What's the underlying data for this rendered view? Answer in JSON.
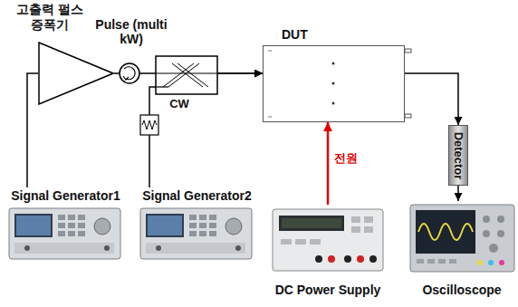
{
  "diagram": {
    "nodes": [
      {
        "text": [
          "고출력 펄스 증폭기"
        ]
      },
      {
        "text": [
          "DUT"
        ]
      },
      {
        "text": [
          "Detector"
        ]
      },
      {
        "text": [
          "Signal Generator1"
        ]
      },
      {
        "text": [
          "Signal Generator2"
        ]
      },
      {
        "text": [
          "DC Power Supply"
        ]
      },
      {
        "text": [
          "Oscilloscope"
        ]
      }
    ],
    "edges": [
      {
        "from": 3,
        "to": 0,
        "arrow": "none"
      },
      {
        "from": 0,
        "to": 1,
        "arrow": "to"
      },
      {
        "from": 4,
        "to": 1,
        "arrow": "to"
      },
      {
        "from": 5,
        "to": 1,
        "label": "전원",
        "arrow": "to"
      },
      {
        "from": 1,
        "to": 2,
        "arrow": "to"
      },
      {
        "from": 2,
        "to": 6,
        "arrow": "to"
      }
    ],
    "labels": [
      "Pulse (multi kW)",
      "CW"
    ]
  }
}
